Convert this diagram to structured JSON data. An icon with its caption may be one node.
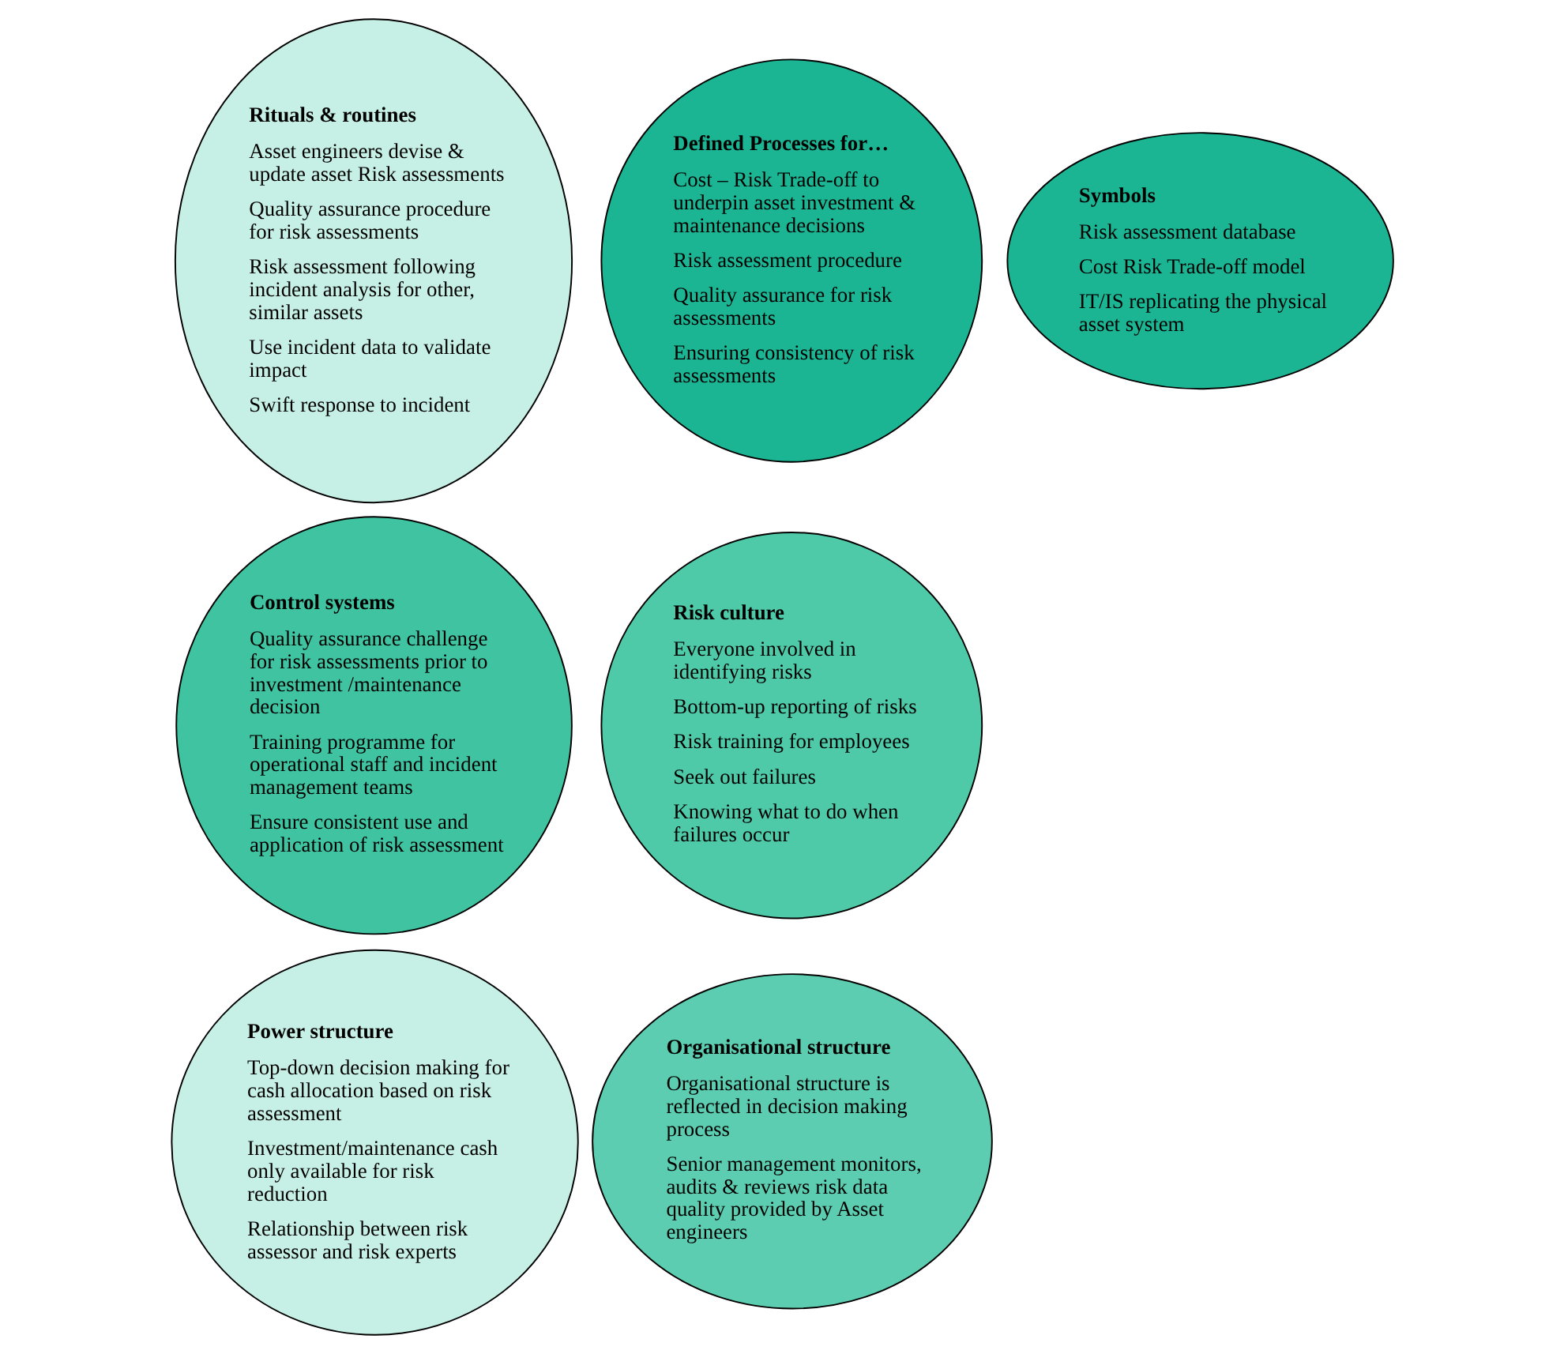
{
  "diagram": {
    "nodes": [
      {
        "text": [
          "Rituals & routines",
          "Asset engineers devise & update asset Risk assessments",
          "Quality assurance procedure for risk assessments",
          "Risk assessment following incident analysis for other, similar assets",
          "Use incident data to validate impact",
          "Swift response to incident"
        ]
      },
      {
        "text": [
          "Defined Processes for…",
          "Cost – Risk Trade-off to underpin asset investment & maintenance decisions",
          "Risk assessment procedure",
          "Quality assurance for risk assessments",
          "Ensuring consistency of risk assessments"
        ]
      },
      {
        "text": [
          "Symbols",
          "Risk assessment database",
          "Cost Risk Trade-off model",
          "IT/IS replicating the physical asset system"
        ]
      },
      {
        "text": [
          "Power structure",
          "Top-down decision making for cash allocation based on risk assessment",
          "Investment/maintenance cash only available for risk reduction",
          "Relationship between risk assessor and risk experts"
        ]
      },
      {
        "text": [
          "Risk culture",
          "Everyone involved in identifying risks",
          "Bottom-up reporting of risks",
          "Risk training for employees",
          "Seek out failures",
          "Knowing what to do when failures occur"
        ]
      },
      {
        "text": [
          "Control systems",
          "Quality assurance challenge for risk assessments prior to investment /maintenance decision",
          "Training programme for operational staff and incident management teams",
          "Ensure consistent use and application of risk assessment"
        ]
      },
      {
        "text": [
          "Organisational structure",
          "Organisational structure is reflected in decision making process",
          "Senior management monitors, audits & reviews risk data quality provided by Asset engineers"
        ]
      }
    ]
  }
}
